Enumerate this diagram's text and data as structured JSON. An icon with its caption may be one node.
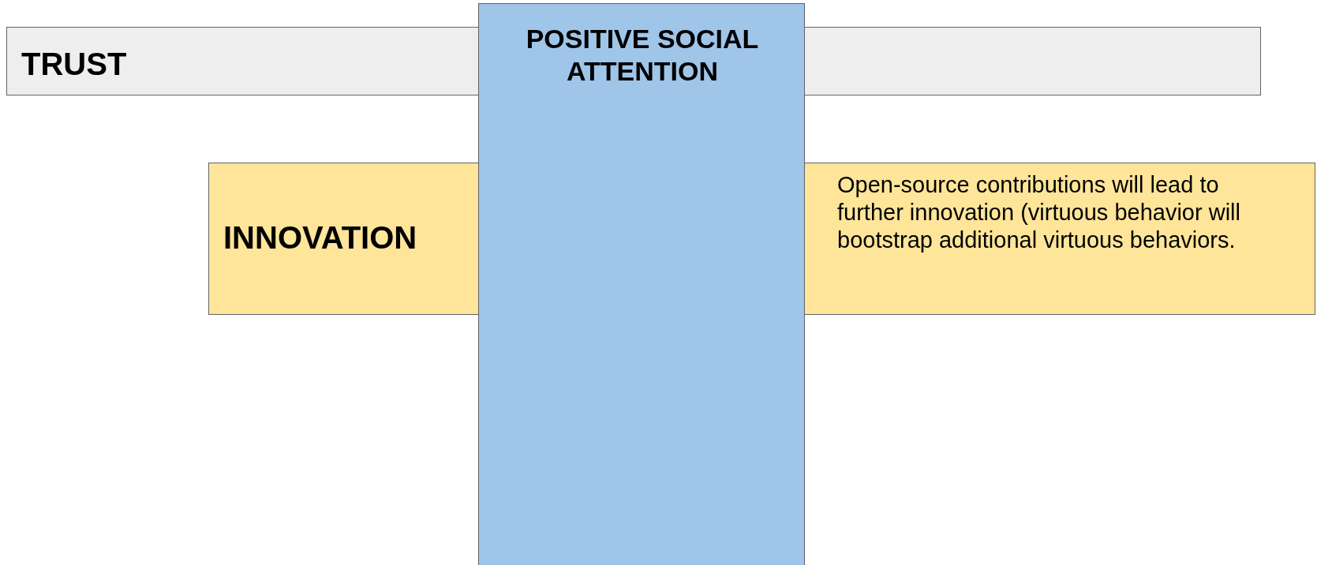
{
  "diagram": {
    "nodes": [
      {
        "text": [
          "TRUST"
        ]
      },
      {
        "text": [],
        "shape": "bar"
      },
      {
        "text": [
          "POSITIVE SOCIAL ATTENTION"
        ]
      },
      {
        "text": [
          "INNOVATION"
        ]
      },
      {
        "text": [
          "Open-source contributions will lead to further innovation (virtuous behavior will bootstrap additional virtuous behaviors."
        ]
      }
    ]
  }
}
